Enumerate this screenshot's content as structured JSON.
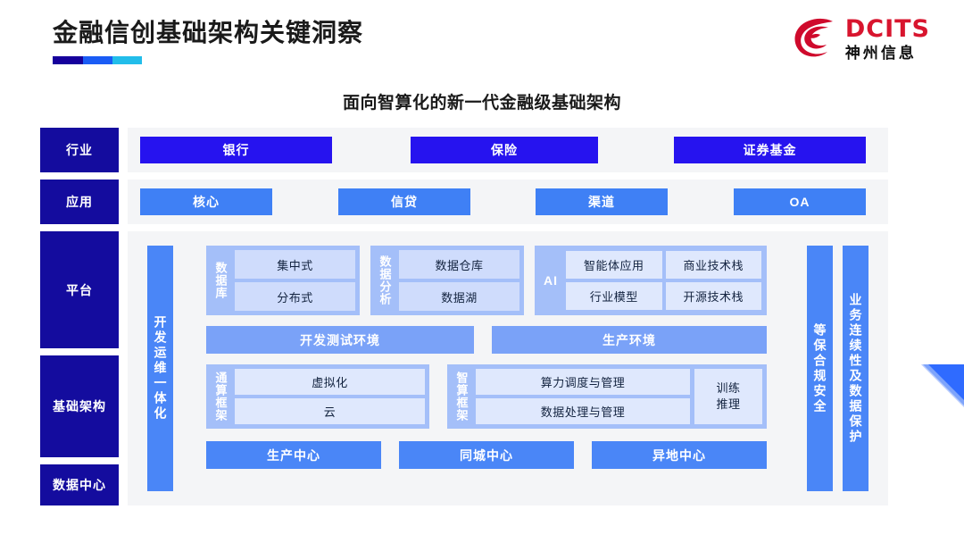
{
  "header": {
    "title": "金融信创基础架构关键洞察",
    "logo": {
      "en": "DCITS",
      "cn": "神州信息",
      "mark": "dcits-swirl-logo"
    },
    "accent_colors": [
      "#16009c",
      "#1a5cf5",
      "#22bdea"
    ]
  },
  "subtitle": "面向智算化的新一代金融级基础架构",
  "layers": {
    "industry": {
      "label": "行业",
      "items": [
        "银行",
        "保险",
        "证券基金"
      ]
    },
    "application": {
      "label": "应用",
      "items": [
        "核心",
        "信贷",
        "渠道",
        "OA"
      ]
    },
    "platform": {
      "label": "平台"
    },
    "infrastructure": {
      "label": "基础架构"
    },
    "datacenter": {
      "label": "数据中心"
    }
  },
  "vertical_bars": {
    "devops": "开发运维一体化",
    "security": "等保合规安全",
    "continuity": "业务连续性及数据保护"
  },
  "platform": {
    "database": {
      "caption": "数据库",
      "items": [
        "集中式",
        "分布式"
      ]
    },
    "data_analysis": {
      "caption": "数据分析",
      "items": [
        "数据仓库",
        "数据湖"
      ]
    },
    "ai": {
      "caption": "AI",
      "col_left": [
        "智能体应用",
        "行业模型"
      ],
      "col_right": [
        "商业技术栈",
        "开源技术栈"
      ]
    },
    "environments": [
      "开发测试环境",
      "生产环境"
    ]
  },
  "frameworks": {
    "general_compute": {
      "caption": "通算框架",
      "items": [
        "虚拟化",
        "云"
      ]
    },
    "smart_compute": {
      "caption": "智算框架",
      "items": [
        "算力调度与管理",
        "数据处理与管理"
      ],
      "side": "训练\n推理",
      "side_line1": "训练",
      "side_line2": "推理"
    }
  },
  "datacenters": [
    "生产中心",
    "同城中心",
    "异地中心"
  ],
  "colors": {
    "sidebar": "#140c9e",
    "industry_box": "#2613ef",
    "application_box": "#3f80f5",
    "vertical_bar": "#4a86f7",
    "group_bg": "#a4bff9",
    "cell_bg": "#cfdcfc",
    "env_bar": "#7aa2f8",
    "panel_bg": "#f4f5f7",
    "logo_red": "#d8152e"
  }
}
